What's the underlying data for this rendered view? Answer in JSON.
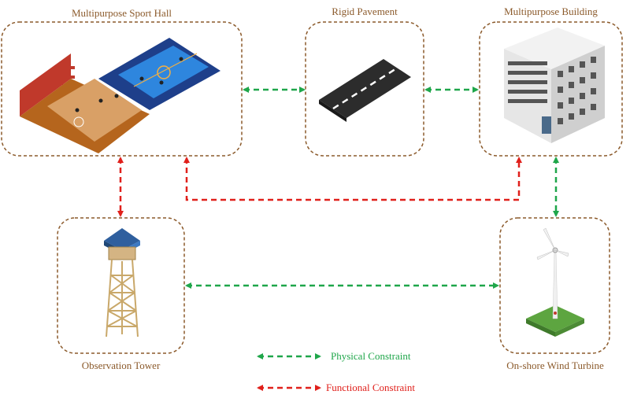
{
  "nodes": {
    "sport_hall": {
      "label": "Multipurpose Sport Hall"
    },
    "pavement": {
      "label": "Rigid Pavement"
    },
    "building": {
      "label": "Multipurpose Building"
    },
    "tower": {
      "label": "Observation Tower"
    },
    "turbine": {
      "label": "On-shore Wind Turbine"
    }
  },
  "legend": {
    "physical": {
      "label": "Physical Constraint",
      "color": "#1FA64A"
    },
    "functional": {
      "label": "Functional Constraint",
      "color": "#E0201B"
    }
  },
  "colors": {
    "box_border": "#8B5A2B"
  }
}
